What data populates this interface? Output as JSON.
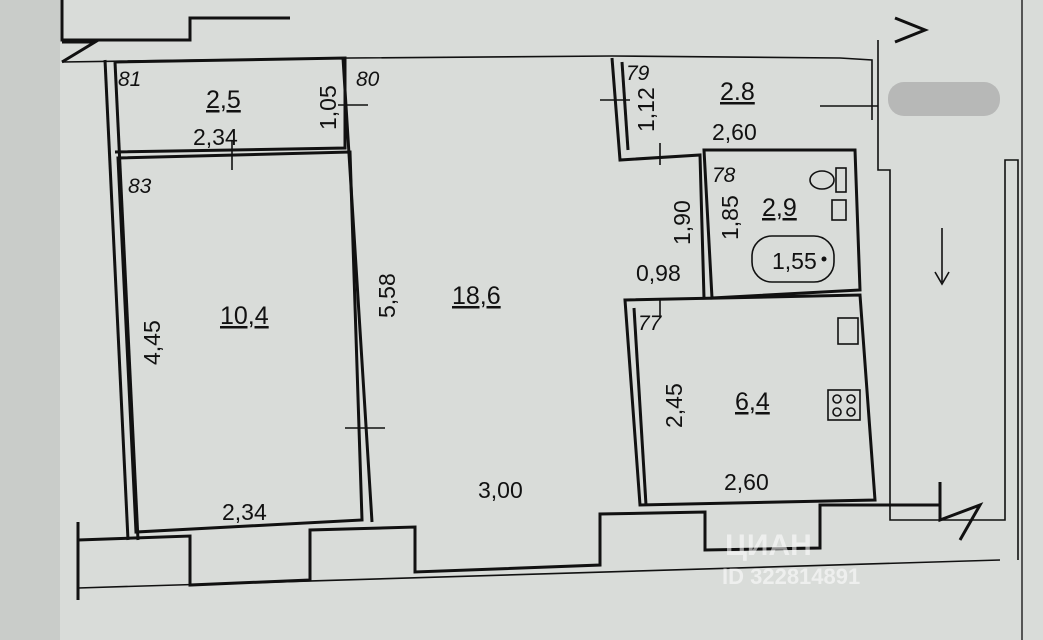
{
  "rooms": {
    "room_81": {
      "number": "81",
      "area": "2,5",
      "width": "2,34",
      "depth": "1,05"
    },
    "room_83": {
      "number": "83",
      "area": "10,4",
      "width": "2,34",
      "depth": "4,45"
    },
    "room_80": {
      "number": "80",
      "area": "18,6",
      "width": "3,00",
      "depth": "5,58"
    },
    "room_79": {
      "number": "79",
      "area": "2.8",
      "width": "2,60",
      "depth": "1,12"
    },
    "room_78": {
      "number": "78",
      "area": "2,9",
      "depth": "1,85",
      "bathtub": "1,55"
    },
    "room_77": {
      "number": "77",
      "area": "6,4",
      "width": "2,60",
      "depth": "2,45"
    }
  },
  "corridor": {
    "depth": "1,90",
    "width": "0,98"
  },
  "watermark": {
    "brand": "ЦИАН",
    "id": "ID 322814891"
  },
  "colors": {
    "paper": "#d9dcd9",
    "ink": "#111111"
  }
}
